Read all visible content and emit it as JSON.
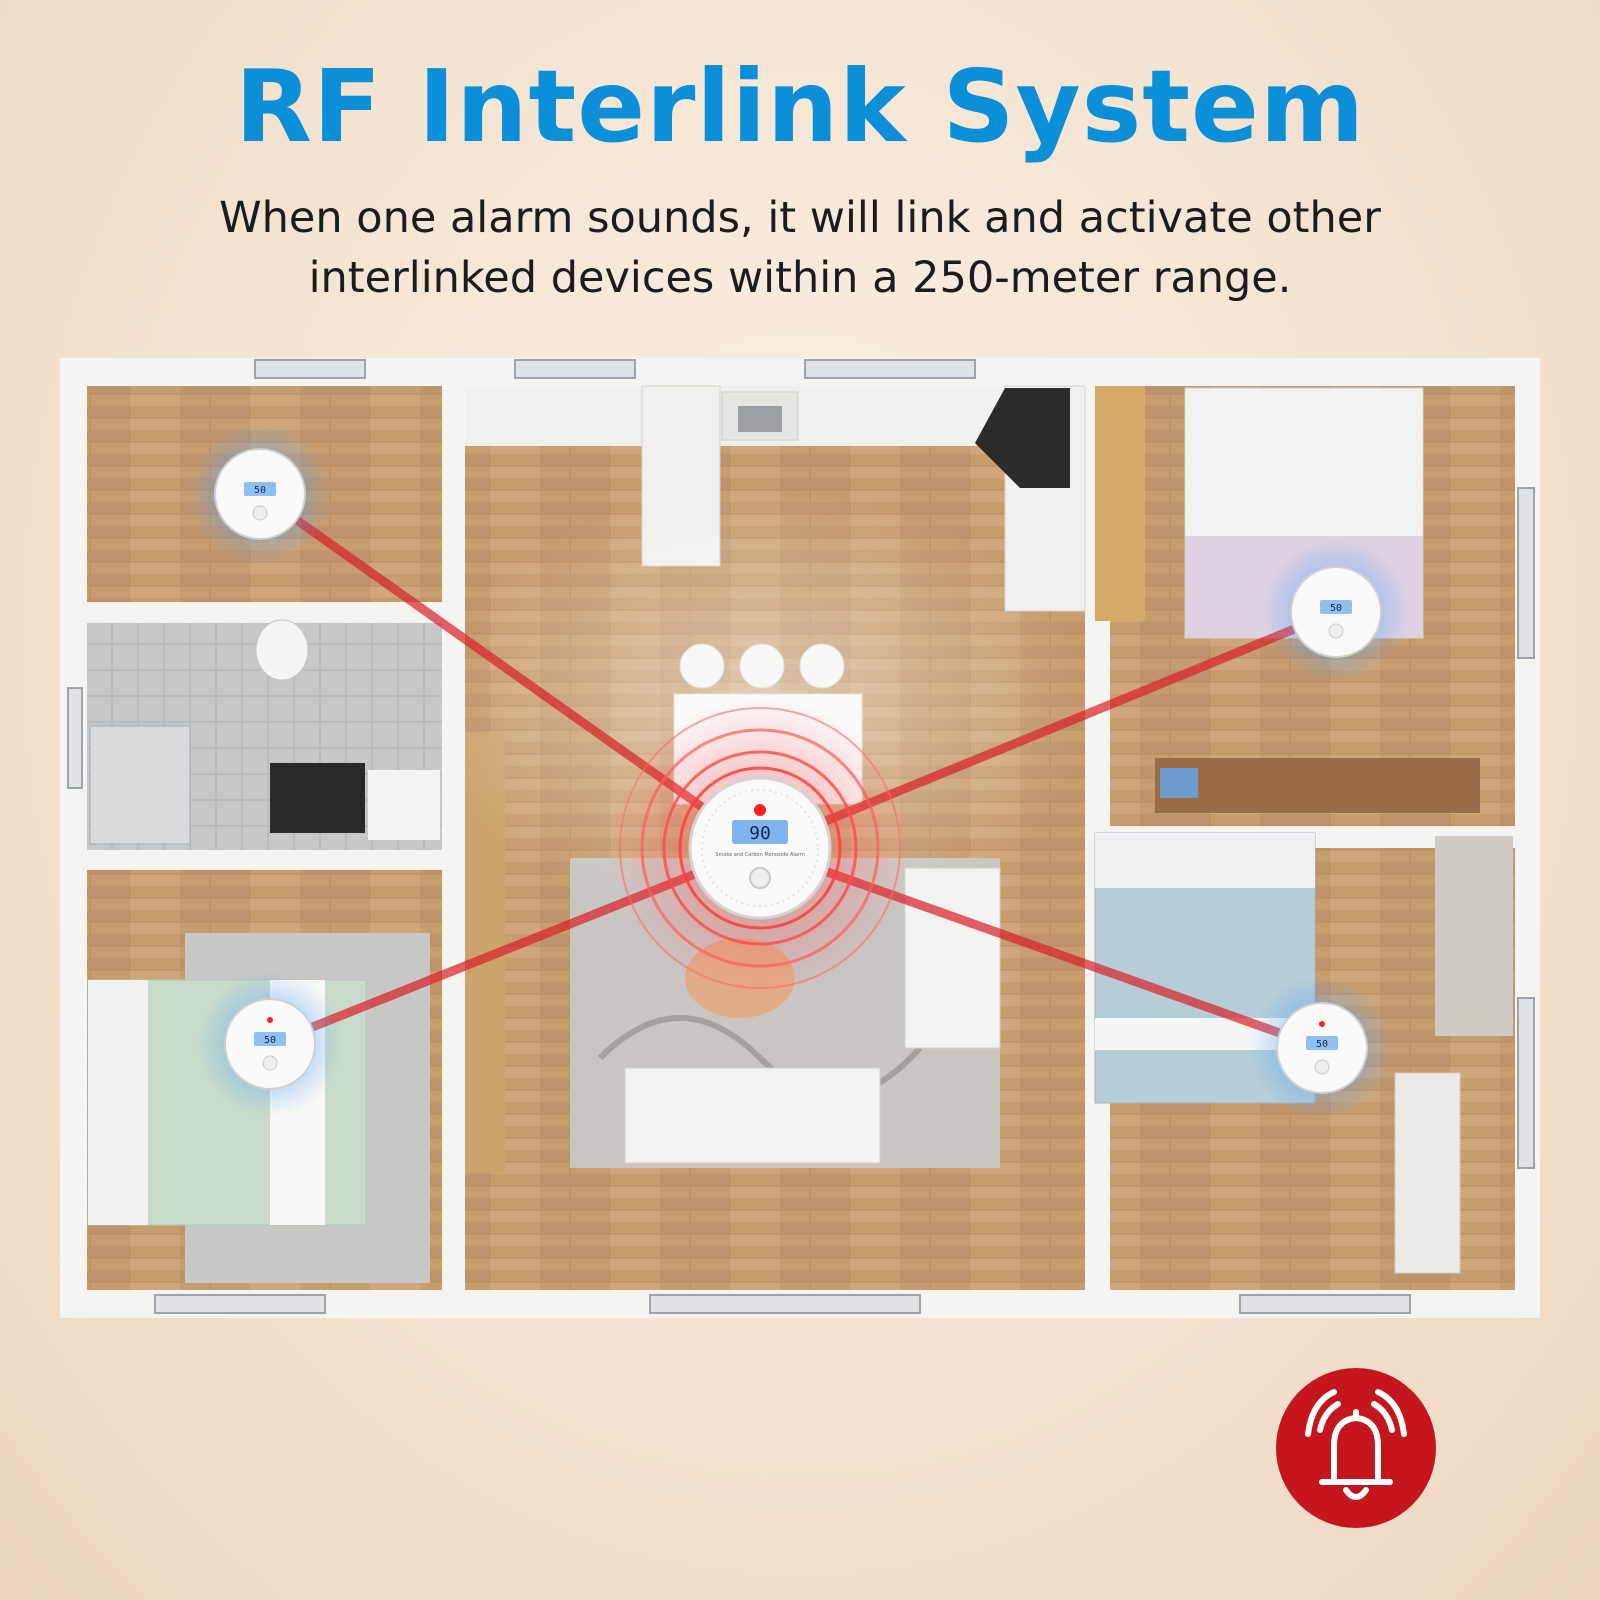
{
  "header": {
    "title": "RF Interlink System",
    "subtitle_line1": "When one alarm sounds, it will link and activate other",
    "subtitle_line2": "interlinked devices within a 250-meter range."
  },
  "alarm": {
    "lcd_primary": "90",
    "lcd_secondary": "50",
    "caption": "Smoke and Carbon Monoxide Alarm"
  },
  "colors": {
    "title": "#0b8fd8",
    "link_beam": "#d81f26",
    "badge": "#c4161c",
    "floor": "#c49a6c",
    "wall": "#f4f4f2"
  },
  "icons": {
    "badge_icon": "ringing-bell-icon",
    "alarm_device": "smoke-co-alarm-icon"
  }
}
